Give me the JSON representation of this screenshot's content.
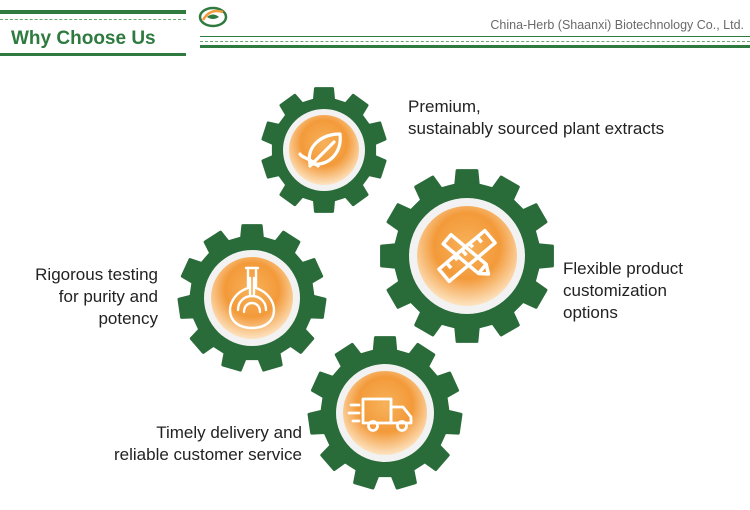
{
  "header": {
    "title": "Why Choose Us",
    "company": "China-Herb (Shaanxi) Biotechnology Co., Ltd."
  },
  "colors": {
    "green": "#2a6b3a",
    "orange": "#f39a3a",
    "orange_light": "#fde4c2"
  },
  "features": [
    {
      "icon": "leaf-icon",
      "lines": [
        "Premium,",
        "sustainably sourced plant extracts"
      ]
    },
    {
      "icon": "ruler-pencil-icon",
      "lines": [
        "Flexible product",
        "customization",
        "options"
      ]
    },
    {
      "icon": "flask-icon",
      "lines": [
        "Rigorous testing",
        "for purity and",
        "potency"
      ]
    },
    {
      "icon": "truck-icon",
      "lines": [
        "Timely delivery and",
        "reliable customer service"
      ]
    }
  ]
}
